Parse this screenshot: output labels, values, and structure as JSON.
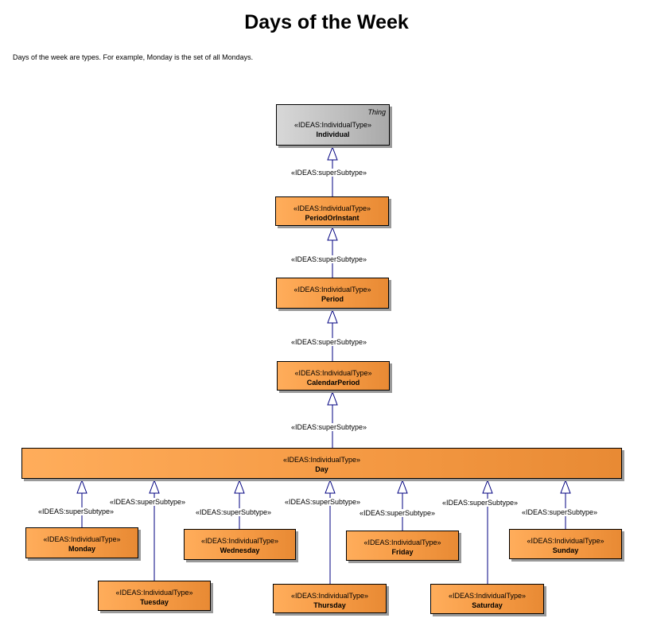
{
  "page": {
    "title": "Days of the Week",
    "description": "Days of the week are types. For example, Monday is the set of all Mondays."
  },
  "colors": {
    "orange": "#f59a44",
    "gray": "#bdbdbd",
    "link": "#000080"
  },
  "stereotype": "«IDEAS:IndividualType»",
  "relation_label": "«IDEAS:superSubtype»",
  "nodes": {
    "individual": {
      "name": "Individual",
      "tag": "Thing"
    },
    "period_or_instant": {
      "name": "PeriodOrInstant"
    },
    "period": {
      "name": "Period"
    },
    "calendar_period": {
      "name": "CalendarPeriod"
    },
    "day": {
      "name": "Day"
    },
    "monday": {
      "name": "Monday"
    },
    "tuesday": {
      "name": "Tuesday"
    },
    "wednesday": {
      "name": "Wednesday"
    },
    "thursday": {
      "name": "Thursday"
    },
    "friday": {
      "name": "Friday"
    },
    "saturday": {
      "name": "Saturday"
    },
    "sunday": {
      "name": "Sunday"
    }
  }
}
